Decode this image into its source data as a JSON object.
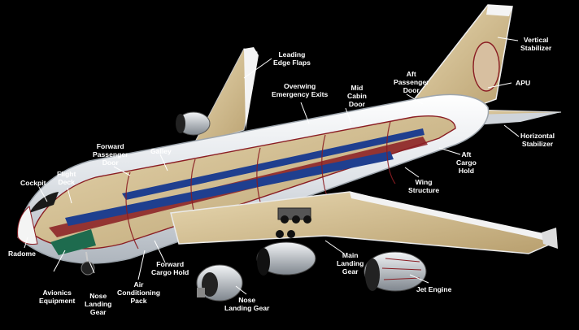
{
  "colors": {
    "background": "#000000",
    "fuselage": "#e9ecef",
    "interior": "#d8c49a",
    "floor_red": "#8a1c22",
    "seats_blue": "#1f3f8f",
    "engine": "#b9bec5",
    "label_text": "#ffffff",
    "leader_line": "#ffffff"
  },
  "labels": {
    "leading_edge_flaps": [
      "Leading",
      "Edge Flaps"
    ],
    "vertical_stabilizer": [
      "Vertical",
      "Stabilizer"
    ],
    "aft_passenger_door": [
      "Aft",
      "Passenger",
      "Door"
    ],
    "apu": [
      "APU"
    ],
    "mid_cabin_door": [
      "Mid",
      "Cabin",
      "Door"
    ],
    "overwing_emergency_exits": [
      "Overwing",
      "Emergency Exits"
    ],
    "horizontal_stabilizer": [
      "Horizontal",
      "Stabilizer"
    ],
    "forward_passenger_door": [
      "Forward",
      "Passenger",
      "Door"
    ],
    "galley": [
      "Galley"
    ],
    "aft_cargo_hold": [
      "Aft",
      "Cargo",
      "Hold"
    ],
    "flight_deck": [
      "Flight",
      "Deck"
    ],
    "cockpit": [
      "Cockpit"
    ],
    "wing_structure": [
      "Wing",
      "Structure"
    ],
    "radome": [
      "Radome"
    ],
    "avionics_equipment": [
      "Avionics",
      "Equipment"
    ],
    "nose_landing_gear_bottom": [
      "Nose",
      "Landing",
      "Gear"
    ],
    "air_conditioning_pack": [
      "Air",
      "Conditioning",
      "Pack"
    ],
    "forward_cargo_hold": [
      "Forward",
      "Cargo Hold"
    ],
    "nose_landing_gear_detail": [
      "Nose",
      "Landing Gear"
    ],
    "main_landing_gear": [
      "Main",
      "Landing",
      "Gear"
    ],
    "jet_engine": [
      "Jet Engine"
    ]
  }
}
